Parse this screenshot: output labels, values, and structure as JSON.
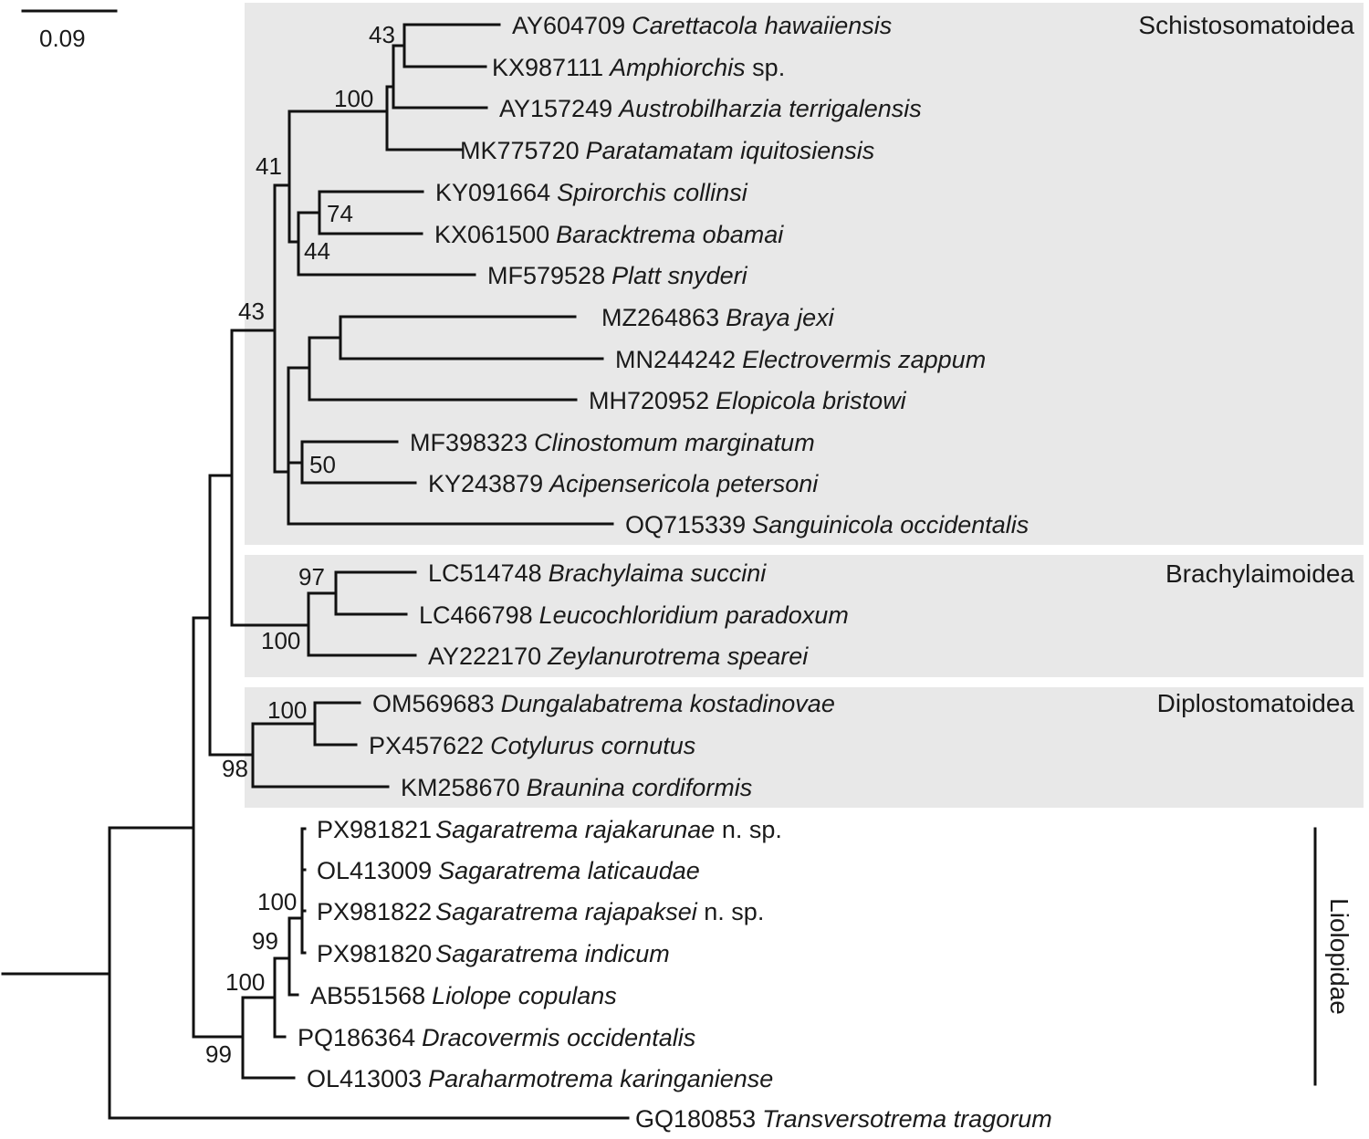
{
  "scale_bar": {
    "label": "0.09"
  },
  "colors": {
    "clade_shading": "#e8e8e8",
    "branch": "#111111",
    "text": "#1a1a1a"
  },
  "groups": [
    {
      "id": "schisto",
      "label": "Schistosomatoidea",
      "shaded": true
    },
    {
      "id": "brachy",
      "label": "Brachylaimoidea",
      "shaded": true
    },
    {
      "id": "diplo",
      "label": "Diplostomatoidea",
      "shaded": true
    },
    {
      "id": "liolo",
      "label": "Liolopidae",
      "shaded": false
    }
  ],
  "taxa": [
    {
      "accession": "AY604709",
      "species": "Carettacola hawaiiensis",
      "suffix": ""
    },
    {
      "accession": "KX987111",
      "species": "Amphiorchis",
      "suffix": " sp."
    },
    {
      "accession": "AY157249",
      "species": "Austrobilharzia terrigalensis",
      "suffix": ""
    },
    {
      "accession": "MK775720",
      "species": "Paratamatam iquitosiensis",
      "suffix": ""
    },
    {
      "accession": "KY091664",
      "species": "Spirorchis collinsi",
      "suffix": ""
    },
    {
      "accession": "KX061500",
      "species": "Baracktrema obamai",
      "suffix": ""
    },
    {
      "accession": "MF579528",
      "species": "Platt snyderi",
      "suffix": ""
    },
    {
      "accession": "MZ264863",
      "species": "Braya jexi",
      "suffix": ""
    },
    {
      "accession": "MN244242",
      "species": "Electrovermis zappum",
      "suffix": ""
    },
    {
      "accession": "MH720952",
      "species": "Elopicola bristowi",
      "suffix": ""
    },
    {
      "accession": "MF398323",
      "species": "Clinostomum marginatum",
      "suffix": ""
    },
    {
      "accession": "KY243879",
      "species": "Acipensericola petersoni",
      "suffix": ""
    },
    {
      "accession": "OQ715339",
      "species": "Sanguinicola occidentalis",
      "suffix": ""
    },
    {
      "accession": "LC514748",
      "species": "Brachylaima succini",
      "suffix": ""
    },
    {
      "accession": "LC466798",
      "species": "Leucochloridium paradoxum",
      "suffix": ""
    },
    {
      "accession": "AY222170",
      "species": "Zeylanurotrema spearei",
      "suffix": ""
    },
    {
      "accession": "OM569683",
      "species": "Dungalabatrema kostadinovae",
      "suffix": ""
    },
    {
      "accession": "PX457622",
      "species": "Cotylurus cornutus",
      "suffix": ""
    },
    {
      "accession": "KM258670",
      "species": "Braunina cordiformis",
      "suffix": ""
    },
    {
      "accession": "PX981821",
      "species": "Sagaratrema rajakarunae",
      "suffix": " n. sp."
    },
    {
      "accession": "OL413009",
      "species": "Sagaratrema laticaudae",
      "suffix": ""
    },
    {
      "accession": "PX981822",
      "species": "Sagaratrema rajapaksei",
      "suffix": " n. sp."
    },
    {
      "accession": "PX981820",
      "species": "Sagaratrema indicum",
      "suffix": ""
    },
    {
      "accession": "AB551568",
      "species": "Liolope copulans",
      "suffix": ""
    },
    {
      "accession": "PQ186364",
      "species": "Dracovermis occidentalis",
      "suffix": ""
    },
    {
      "accession": "OL413003",
      "species": "Paraharmotrema karinganiense",
      "suffix": ""
    },
    {
      "accession": "GQ180853",
      "species": "Transversotrema tragorum",
      "suffix": ""
    }
  ],
  "support_values": [
    "43",
    "100",
    "41",
    "74",
    "44",
    "43",
    "50",
    "97",
    "100",
    "100",
    "98",
    "100",
    "99",
    "100",
    "99"
  ]
}
